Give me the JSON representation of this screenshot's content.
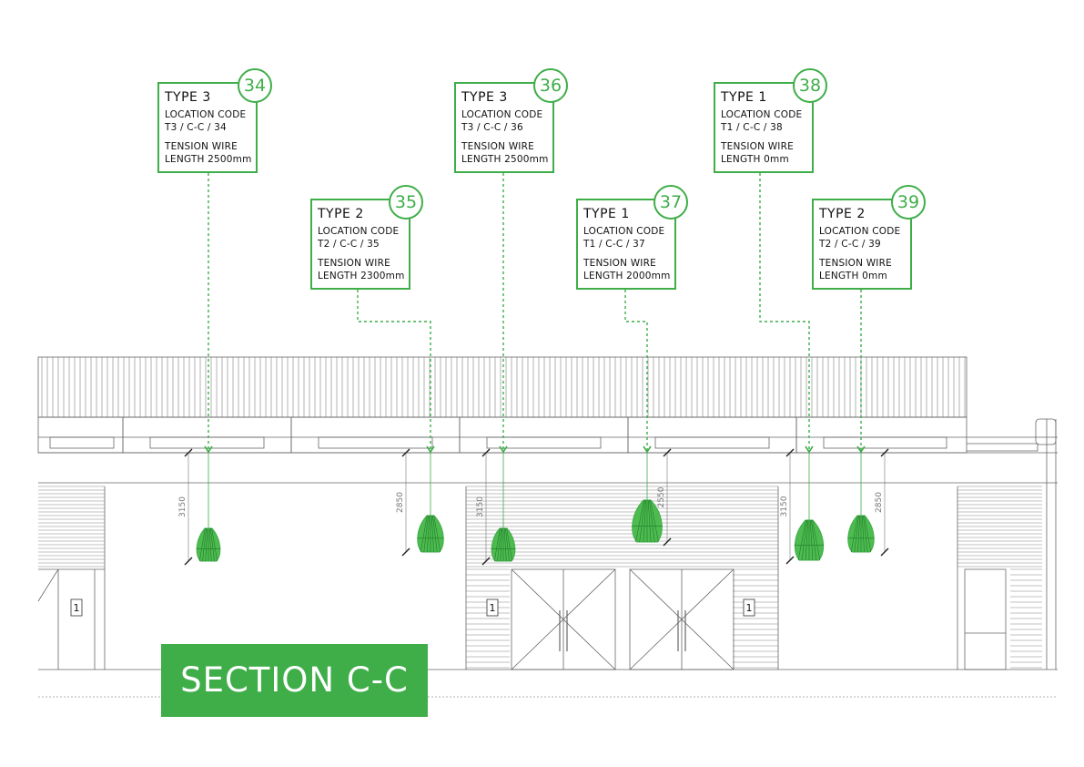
{
  "title": "SECTION C-C",
  "colors": {
    "accent": "#3fae49",
    "line": "#555555"
  },
  "callouts": [
    {
      "id": "34",
      "type": "TYPE 3",
      "location_label": "LOCATION CODE",
      "location_code": "T3 / C-C / 34",
      "wire_label": "TENSION WIRE",
      "wire_length": "LENGTH 2500mm"
    },
    {
      "id": "35",
      "type": "TYPE 2",
      "location_label": "LOCATION CODE",
      "location_code": "T2 / C-C / 35",
      "wire_label": "TENSION WIRE",
      "wire_length": "LENGTH 2300mm"
    },
    {
      "id": "36",
      "type": "TYPE 3",
      "location_label": "LOCATION CODE",
      "location_code": "T3 / C-C / 36",
      "wire_label": "TENSION WIRE",
      "wire_length": "LENGTH 2500mm"
    },
    {
      "id": "37",
      "type": "TYPE 1",
      "location_label": "LOCATION CODE",
      "location_code": "T1 / C-C / 37",
      "wire_label": "TENSION WIRE",
      "wire_length": "LENGTH 2000mm"
    },
    {
      "id": "38",
      "type": "TYPE 1",
      "location_label": "LOCATION CODE",
      "location_code": "T1 / C-C / 38",
      "wire_label": "TENSION WIRE",
      "wire_length": "LENGTH 0mm"
    },
    {
      "id": "39",
      "type": "TYPE 2",
      "location_label": "LOCATION CODE",
      "location_code": "T2 / C-C / 39",
      "wire_label": "TENSION WIRE",
      "wire_length": "LENGTH 0mm"
    }
  ],
  "drop_dimensions": [
    "3150",
    "2850",
    "3150",
    "2550",
    "3150",
    "2850"
  ],
  "door_markers": [
    "1",
    "1",
    "1"
  ]
}
